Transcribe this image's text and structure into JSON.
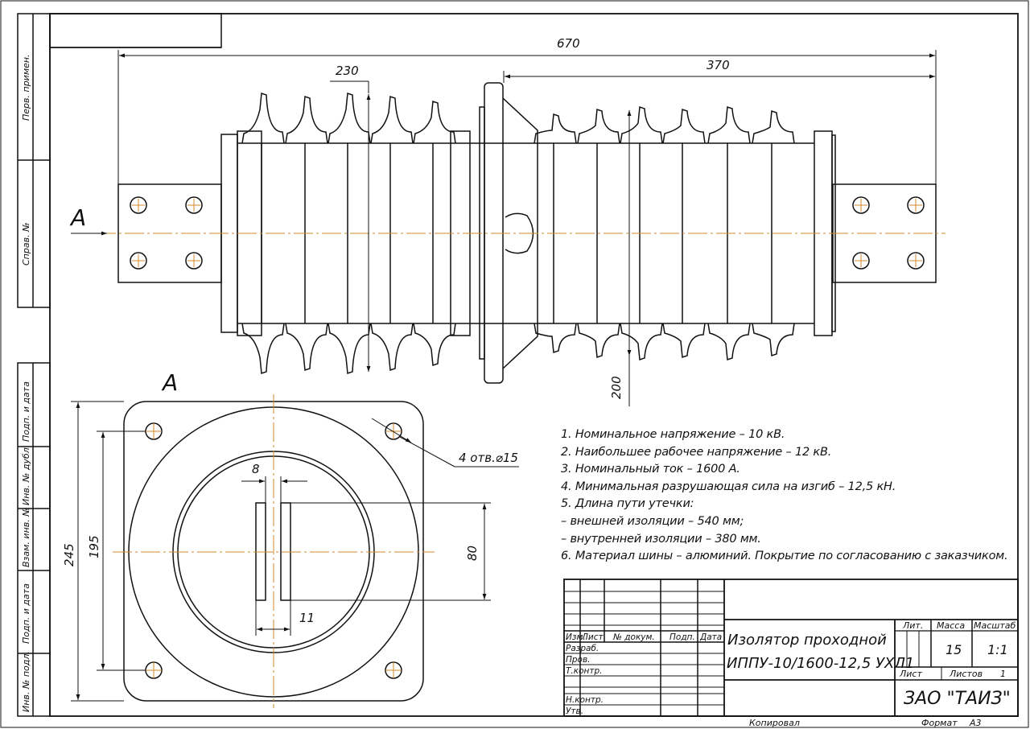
{
  "side_stamps": [
    "Перв. примен.",
    "Справ. №",
    "Подп. и дата",
    "Инв. № дубл.",
    "Взам. инв. №",
    "Подп. и дата",
    "Инв. № подл."
  ],
  "front_view": {
    "view_letter": "А",
    "dim_overall": "670",
    "dim_left": "230",
    "dim_right": "370",
    "dim_height": "200"
  },
  "view_a": {
    "title": "А",
    "dim_outer": "245",
    "dim_holes": "195",
    "dim_slot_gap": "8",
    "dim_slot_width": "11",
    "dim_slot_height": "80",
    "holes_note": "4 отв.⌀15"
  },
  "notes": [
    "1. Номинальное напряжение – 10 кВ.",
    "2. Наибольшее рабочее напряжение – 12 кВ.",
    "3. Номинальный ток – 1600 А.",
    "4. Минимальная разрушающая сила на изгиб – 12,5 кН.",
    "5.  Длина пути утечки:",
    "– внешней изоляции – 540 мм;",
    "– внутренней изоляции – 380 мм.",
    "6. Материал шины – алюминий. Покрытие по согласованию с заказчиком."
  ],
  "title_block": {
    "col_izm": "Изм.",
    "col_list": "Лист",
    "col_doc": "№ докум.",
    "col_podp": "Подп.",
    "col_data": "Дата",
    "role_razrab": "Разраб.",
    "role_prov": "Пров.",
    "role_tkontr": "Т.контр.",
    "role_nkontr": "Н.контр.",
    "role_utv": "Утв.",
    "name_line1": "Изолятор проходной",
    "name_line2": "ИППУ-10/1600-12,5 УХЛ1",
    "lit_label": "Лит.",
    "mass_label": "Масса",
    "scale_label": "Масштаб",
    "mass_value": "15",
    "scale_value": "1:1",
    "sheet_label": "Лист",
    "sheets_label": "Листов",
    "sheets_value": "1",
    "company": "ЗАО \"ТАИЗ\""
  },
  "footer": {
    "copied": "Копировал",
    "format_label": "Формат",
    "format_value": "А3"
  }
}
